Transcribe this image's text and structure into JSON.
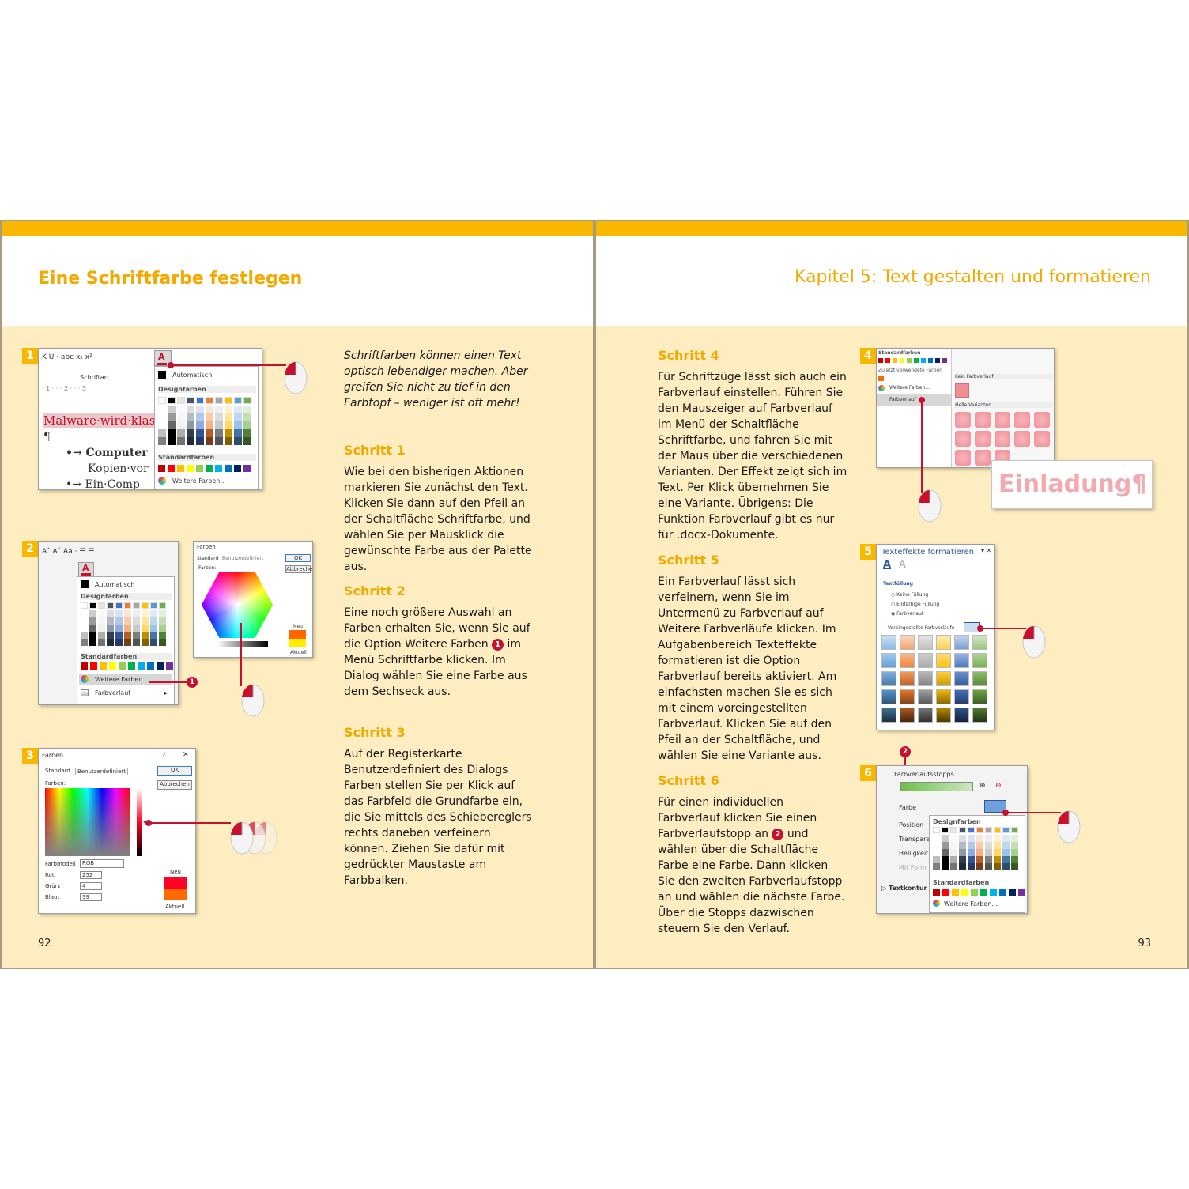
{
  "left_page": {
    "title": "Eine Schriftfarbe festlegen",
    "intro": "Schriftfarben können einen Text optisch lebendiger machen. Aber greifen Sie nicht zu tief in den Farbtopf – weniger ist oft mehr!",
    "page_number": "92",
    "steps": [
      {
        "title": "Schritt 1",
        "text": "Wie bei den bisherigen Aktionen markieren Sie zunächst den Text. Klicken Sie dann auf den Pfeil an der Schaltfläche Schriftfarbe, und wählen Sie per Mausklick die gewünschte Farbe aus der Palette aus."
      },
      {
        "title": "Schritt 2",
        "text_a": "Eine noch größere Auswahl an Farben erhalten Sie, wenn Sie auf die Option Weitere Farben",
        "marker": "1",
        "text_b": "im Menü Schriftfarbe klicken. Im Dialog wählen Sie eine Farbe aus dem Sechseck aus."
      },
      {
        "title": "Schritt 3",
        "text": "Auf der Registerkarte Benutzerdefiniert des Dialogs Farben stellen Sie per Klick auf das Farbfeld die Grundfarbe ein, die Sie mittels des Schiebereglers rechts daneben verfeinern können. Ziehen Sie dafür mit gedrückter Maustaste am Farbbalken."
      }
    ],
    "figures": {
      "fig1": {
        "badge": "1",
        "toolbar": "K U · abc x₂ x²",
        "group_label": "Schriftart",
        "ruler": "· 1 · · · 2 · · · 3",
        "doc_line1": "Malware·wird·klas",
        "doc_line2": "¶",
        "doc_line3": "•→ Computer",
        "doc_line4": "Kopien·vor",
        "doc_line5": "•→ Ein·Comp",
        "menu_auto": "Automatisch",
        "menu_design": "Designfarben",
        "menu_standard": "Standardfarben",
        "menu_more": "Weitere Farben..."
      },
      "fig2": {
        "badge": "2",
        "toolbar": "A˄ A˅ Aa · ☰ ☰",
        "menu_auto": "Automatisch",
        "menu_design": "Designfarben",
        "menu_standard": "Standardfarben",
        "menu_more": "Weitere Farben...",
        "menu_gradient": "Farbverlauf",
        "marker": "1",
        "dialog_title": "Farben",
        "dialog_tab1": "Standard",
        "dialog_tab2": "Benutzerdefiniert",
        "dialog_colors": "Farben:",
        "dialog_ok": "OK",
        "dialog_cancel": "Abbrechen",
        "dialog_new": "Neu",
        "dialog_current": "Aktuell"
      },
      "fig3": {
        "badge": "3",
        "dialog_title": "Farben",
        "dialog_help": "?",
        "dialog_close": "✕",
        "tab1": "Standard",
        "tab2": "Benutzerdefiniert",
        "colors_label": "Farben:",
        "ok": "OK",
        "cancel": "Abbrechen",
        "model_label": "Farbmodell",
        "model_value": "RGB",
        "red_label": "Rot:",
        "red_value": "252",
        "green_label": "Grün:",
        "green_value": "4",
        "blue_label": "Blau:",
        "blue_value": "39",
        "new_label": "Neu",
        "current_label": "Aktuell"
      }
    }
  },
  "right_page": {
    "chapter_title": "Kapitel 5: Text gestalten und formatieren",
    "page_number": "93",
    "steps": [
      {
        "title": "Schritt 4",
        "text": "Für Schriftzüge lässt sich auch ein Farbverlauf einstellen. Führen Sie den Mauszeiger auf Farbverlauf im Menü der Schaltfläche Schriftfarbe, und fahren Sie mit der Maus über die verschiedenen Varianten. Der Effekt zeigt sich im Text. Per Klick übernehmen Sie eine Variante. Übrigens: Die Funktion Farbverlauf gibt es nur für .docx-Dokumente."
      },
      {
        "title": "Schritt 5",
        "text": "Ein Farbverlauf lässt sich verfeinern, wenn Sie im Untermenü zu Farbverlauf auf Weitere Farbverläufe klicken. Im Aufgabenbereich Texteffekte formatieren ist die Option Farbverlauf bereits aktiviert. Am einfachsten machen Sie es sich mit einem voreingestellten Farbverlauf. Klicken Sie auf den Pfeil an der Schaltfläche, und wählen Sie eine Variante aus."
      },
      {
        "title": "Schritt 6",
        "text_a": "Für einen individuellen Farbverlauf klicken Sie einen Farbverlaufstopp an",
        "marker": "2",
        "text_b": "und wählen über die Schaltfläche Farbe eine Farbe. Dann klicken Sie den zweiten Farbverlaufstopp an und wählen die nächste Farbe. Über die Stopps dazwischen steuern Sie den Verlauf."
      }
    ],
    "figures": {
      "fig4": {
        "badge": "4",
        "standard": "Standardfarben",
        "recent": "Zuletzt verwendete Farben",
        "more": "Weitere Farben...",
        "gradient": "Farbverlauf",
        "no_gradient": "Kein Farbverlauf",
        "light_variants": "Helle Varianten",
        "sample_text": "Einladung¶"
      },
      "fig5": {
        "badge": "5",
        "panel_title": "Texteffekte formatieren",
        "section": "Textfüllung",
        "opt1": "Keine Füllung",
        "opt2": "Einfarbige Füllung",
        "opt3": "Farbverlauf",
        "preset_label": "Voreingestellte Farbverläufe"
      },
      "fig6": {
        "badge": "6",
        "stops_label": "Farbverlaufsstopps",
        "color_label": "Farbe",
        "position_label": "Position",
        "transparency_label": "Transpare",
        "brightness_label": "Helligkeit",
        "rotate_label": "Mit Form",
        "outline_label": "Textkontur",
        "menu_design": "Designfarben",
        "menu_standard": "Standardfarben",
        "menu_more": "Weitere Farben...",
        "marker": "2"
      }
    }
  },
  "colors": {
    "accent": "#f9b800",
    "title": "#f2a900",
    "page_bg": "#fdedc0",
    "callout": "#c8102e"
  }
}
